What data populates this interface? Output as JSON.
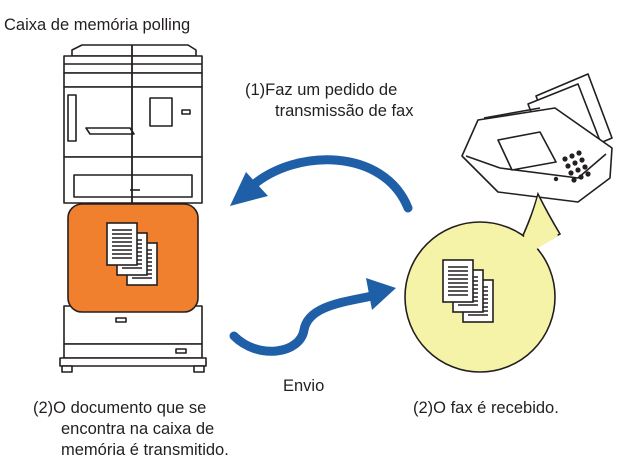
{
  "labels": {
    "mailbox_title": "Caixa de memória polling",
    "request_line1": "(1)Faz um pedido de",
    "request_line2": "transmissão de fax",
    "send_label": "Envio",
    "doc_line1": "(2)O documento que se",
    "doc_line2": "encontra na caixa de",
    "doc_line3": "memória é transmitido.",
    "fax_received": "(2)O fax é recebido."
  },
  "colors": {
    "accent_blue": "#1f5fa8",
    "mailbox_orange": "#f07f2e",
    "received_yellow": "#f5f3a7",
    "outline": "#231f20"
  },
  "icons": {
    "mfp": "multifunction-printer-icon",
    "fax": "fax-machine-icon",
    "documents": "document-stack-icon"
  }
}
